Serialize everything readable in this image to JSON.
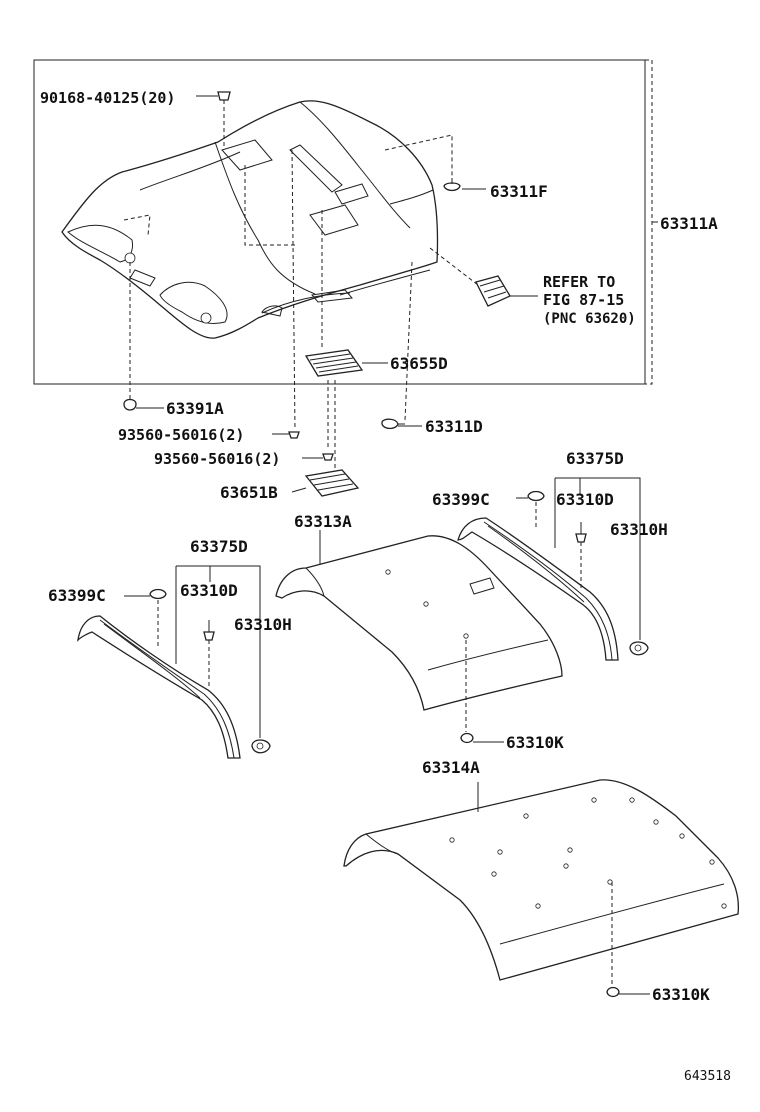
{
  "labels": {
    "p90168": "90168-40125(20)",
    "p63311F": "63311F",
    "p63311A": "63311A",
    "refer1": "REFER TO",
    "refer2": "FIG 87-15",
    "refer3": "(PNC 63620)",
    "p63655D": "63655D",
    "p63391A": "63391A",
    "p63311D": "63311D",
    "p93560a": "93560-56016(2)",
    "p93560b": "93560-56016(2)",
    "p63651B": "63651B",
    "p63375D_right": "63375D",
    "p63399C_right": "63399C",
    "p63310D_right": "63310D",
    "p63310H_right": "63310H",
    "p63313A": "63313A",
    "p63375D_left": "63375D",
    "p63399C_left": "63399C",
    "p63310D_left": "63310D",
    "p63310H_left": "63310H",
    "p63310K_a": "63310K",
    "p63314A": "63314A",
    "p63310K_b": "63310K",
    "figure_id": "643518"
  }
}
